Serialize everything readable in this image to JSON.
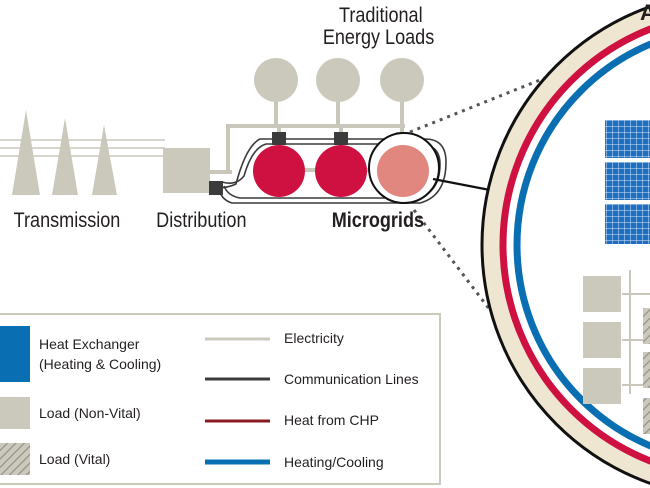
{
  "diagram": {
    "labels": {
      "traditional_loads_line1": "Traditional",
      "traditional_loads_line2": "Energy Loads",
      "transmission": "Transmission",
      "distribution": "Distribution",
      "microgrids": "Microgrids",
      "detail_title_fragment": "A"
    },
    "legend": {
      "heat_exchanger_line1": "Heat Exchanger",
      "heat_exchanger_line2": "(Heating & Cooling)",
      "load_nonvital": "Load (Non-Vital)",
      "load_vital": "Load (Vital)",
      "electricity": "Electricity",
      "communication": "Communication Lines",
      "heat_chp": "Heat from CHP",
      "heating_cooling": "Heating/Cooling"
    },
    "colors": {
      "grid_gray": "#cbc8bc",
      "line_gray": "#c9c6ba",
      "comm_dark": "#3b3b3b",
      "microgrid_red": "#cf1142",
      "microgrid_highlight": "#e2877f",
      "heat_red": "#cf1142",
      "heat_legend": "#8b1a1f",
      "cooling_blue": "#0a6fb2",
      "detail_fill": "#efe6d2",
      "panel_blue": "#1f6fc0"
    }
  }
}
